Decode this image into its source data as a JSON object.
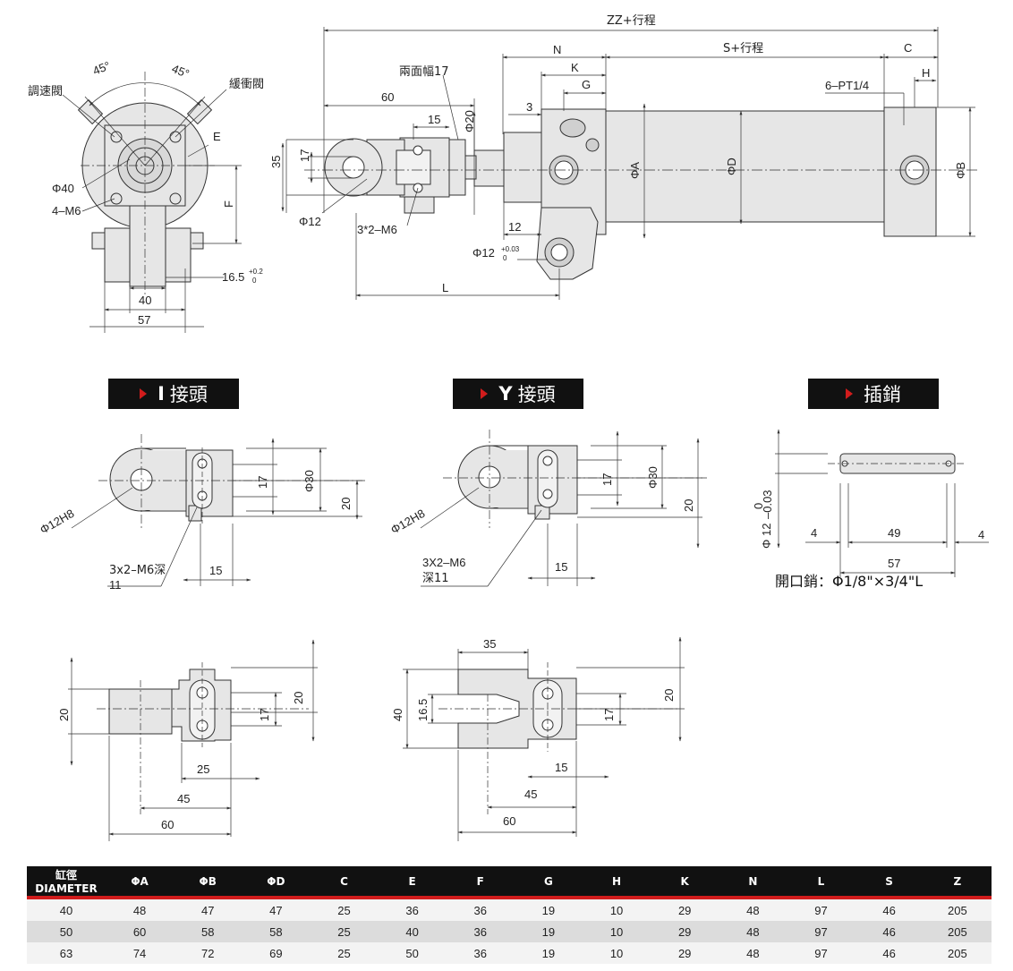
{
  "colors": {
    "part_fill": "#e6e6e6",
    "line": "#333333",
    "title_bg": "#111111",
    "accent": "#d11c1c"
  },
  "front_view": {
    "angle_left": "45°",
    "angle_right": "45°",
    "speed_valve": "調速閥",
    "cushion_valve": "緩衝閥",
    "label_e": "E",
    "label_f": "F",
    "label_phi40": "Φ40",
    "label_4m6": "4–M6",
    "label_165": "16.5",
    "label_165_tol_up": "+0.2",
    "label_165_tol_low": "0",
    "label_40": "40",
    "label_57": "57"
  },
  "side_view": {
    "zz": "ZZ+行程",
    "n": "N",
    "s": "S+行程",
    "c": "C",
    "k": "K",
    "g": "G",
    "h": "H",
    "across_flats": "兩面幅17",
    "pt": "6–PT1/4",
    "d60": "60",
    "d15": "15",
    "d3": "3",
    "phi20": "Φ20",
    "d35": "35",
    "d17": "17",
    "phi12": "Φ12",
    "m6": "3*2–M6",
    "d12": "12",
    "phi12b": "Φ12",
    "phi12b_tol_up": "+0.03",
    "phi12b_tol_low": "0",
    "l": "L",
    "phia": "ΦA",
    "phid": "ΦD",
    "phib": "ΦB"
  },
  "sections": [
    {
      "key": "I",
      "label": "接頭"
    },
    {
      "key": "Y",
      "label": "接頭"
    },
    {
      "key": "",
      "label": "插銷"
    }
  ],
  "i_joint": {
    "phi": "Φ12H8",
    "d17": "17",
    "phi30": "Φ30",
    "d20": "20",
    "m6_line1": "3x2–M6深",
    "m6_line2": "11",
    "d15": "15"
  },
  "y_joint": {
    "phi": "Φ12H8",
    "d17": "17",
    "phi30": "Φ30",
    "d20": "20",
    "m6_line1": "3X2–M6",
    "m6_line2": "深11",
    "d15": "15"
  },
  "pin": {
    "d4l": "4",
    "d49": "49",
    "d4r": "4",
    "d57": "57",
    "phi12": "Φ 12",
    "tol_up": "0",
    "tol_low": "–0.03",
    "note": "開口銷：Φ1/8\"×3/4\"L"
  },
  "i_bottom": {
    "d20l": "20",
    "d20r": "20",
    "d17": "17",
    "d25": "25",
    "d45": "45",
    "d60": "60"
  },
  "y_bottom": {
    "d35": "35",
    "d40": "40",
    "d165": "16.5",
    "d17": "17",
    "d20": "20",
    "d15": "15",
    "d45": "45",
    "d60": "60"
  },
  "table": {
    "headers": [
      "缸徑 DIAMETER",
      "ΦA",
      "ΦB",
      "ΦD",
      "C",
      "E",
      "F",
      "G",
      "H",
      "K",
      "N",
      "L",
      "S",
      "Z"
    ],
    "rows": [
      [
        "40",
        "48",
        "47",
        "47",
        "25",
        "36",
        "36",
        "19",
        "10",
        "29",
        "48",
        "97",
        "46",
        "205"
      ],
      [
        "50",
        "60",
        "58",
        "58",
        "25",
        "40",
        "36",
        "19",
        "10",
        "29",
        "48",
        "97",
        "46",
        "205"
      ],
      [
        "63",
        "74",
        "72",
        "69",
        "25",
        "50",
        "36",
        "19",
        "10",
        "29",
        "48",
        "97",
        "46",
        "205"
      ]
    ]
  }
}
